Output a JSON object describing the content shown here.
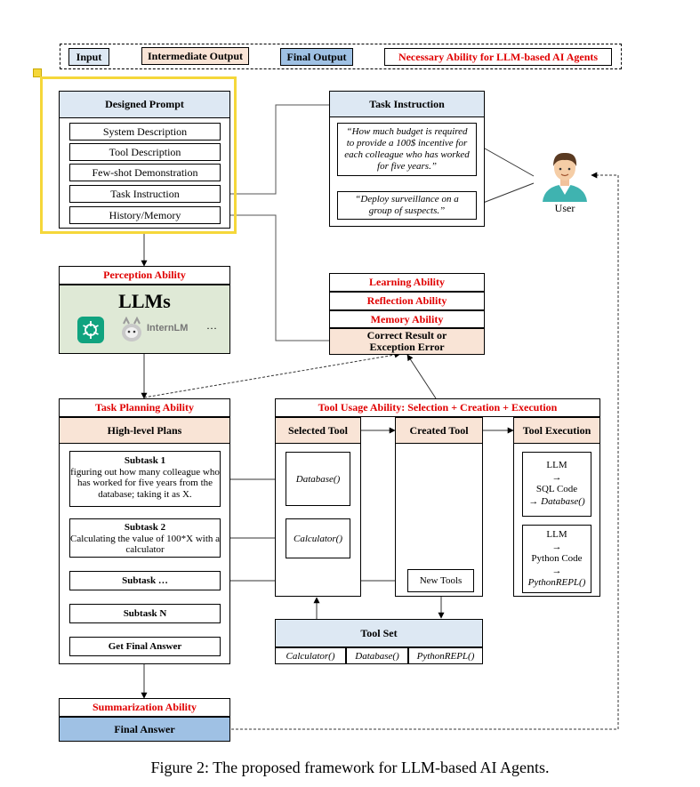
{
  "legend": {
    "input": "Input",
    "intermediate": "Intermediate Output",
    "final": "Final Output",
    "ability": "Necessary Ability for LLM-based AI Agents"
  },
  "designed_prompt": {
    "title": "Designed Prompt",
    "items": [
      "System Description",
      "Tool Description",
      "Few-shot Demonstration",
      "Task Instruction",
      "History/Memory"
    ]
  },
  "task_instruction": {
    "title": "Task Instruction",
    "q1": "“How much budget is required to provide a 100$ incentive for each colleague who has worked for five years.”",
    "q2": "“Deploy surveillance on a group of suspects.”"
  },
  "user": {
    "label": "User"
  },
  "perception": {
    "title": "Perception Ability",
    "llms": "LLMs",
    "internlm": "InternLM",
    "ellipsis": "···"
  },
  "feedback": {
    "learning": "Learning Ability",
    "reflection": "Reflection Ability",
    "memory": "Memory Ability",
    "result": "Correct Result or Exception Error"
  },
  "planning": {
    "title": "Task Planning Ability",
    "plans": "High-level Plans",
    "subtask1_title": "Subtask 1",
    "subtask1_body": "figuring out how many colleague who has worked for five years from the database; taking it as X.",
    "subtask2_title": "Subtask 2",
    "subtask2_body": "Calculating the value of 100*X with a calculator",
    "subtask_more": "Subtask …",
    "subtaskN": "Subtask N",
    "final": "Get Final Answer"
  },
  "tool_usage": {
    "title": "Tool Usage Ability: Selection + Creation + Execution",
    "selected": "Selected Tool",
    "created": "Created Tool",
    "execution": "Tool Execution",
    "database": "Database()",
    "calculator": "Calculator()",
    "new_tools": "New Tools",
    "exec1": [
      "LLM",
      "→",
      "SQL Code"
    ],
    "exec1_last": "→ Database()",
    "exec2": [
      "LLM",
      "→",
      "Python Code",
      "→"
    ],
    "exec2_last": "PythonREPL()"
  },
  "toolset": {
    "title": "Tool Set",
    "items": [
      "Calculator()",
      "Database()",
      "PythonREPL()"
    ]
  },
  "summary": {
    "title": "Summarization Ability",
    "final": "Final Answer"
  },
  "caption": "Figure 2: The proposed framework for LLM-based AI Agents.",
  "colors": {
    "input": "#dde8f3",
    "intermediate": "#f9e4d6",
    "final": "#9fc1e4",
    "ability_red": "#e00000",
    "llm_green": "#dfe9d6",
    "highlight_yellow": "#f5d73a"
  }
}
